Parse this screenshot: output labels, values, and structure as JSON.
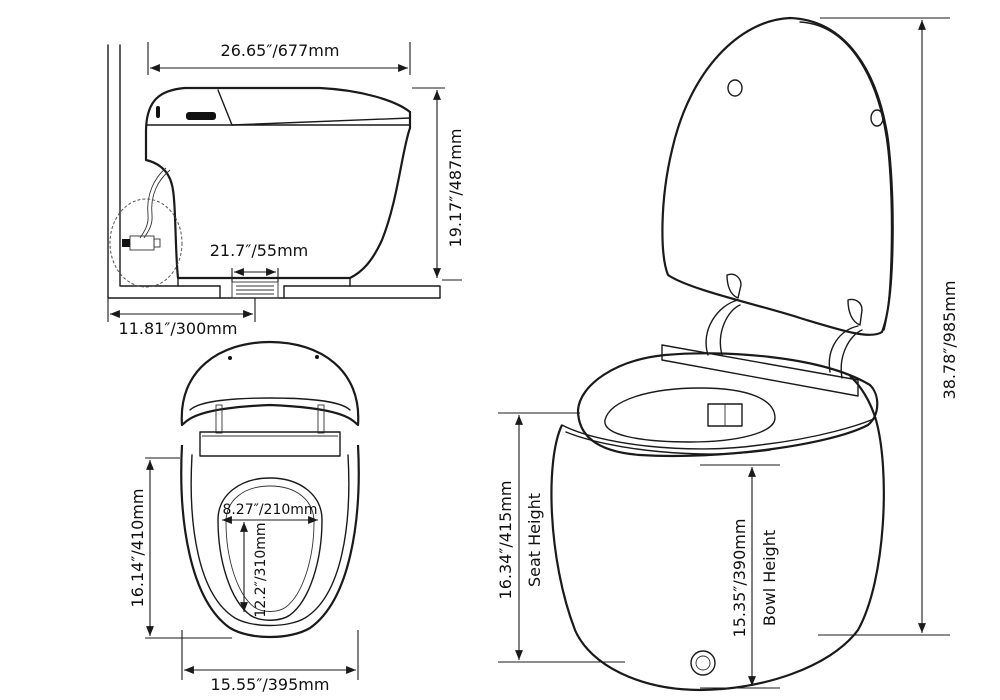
{
  "side_view": {
    "overall_length": "26.65″/677mm",
    "height": "19.17″/487mm",
    "outlet_width": "21.7″/55mm",
    "rough_in": "11.81″/300mm"
  },
  "top_view": {
    "overall_width": "15.55″/395mm",
    "overall_depth": "16.14″/410mm",
    "opening_width": "8.27″/210mm",
    "opening_length": "12.2″/310mm"
  },
  "perspective_view": {
    "total_height": "38.78″/985mm",
    "seat_height_value": "16.34″/415mm",
    "seat_height_label": "Seat Height",
    "bowl_height_value": "15.35″/390mm",
    "bowl_height_label": "Bowl Height"
  }
}
